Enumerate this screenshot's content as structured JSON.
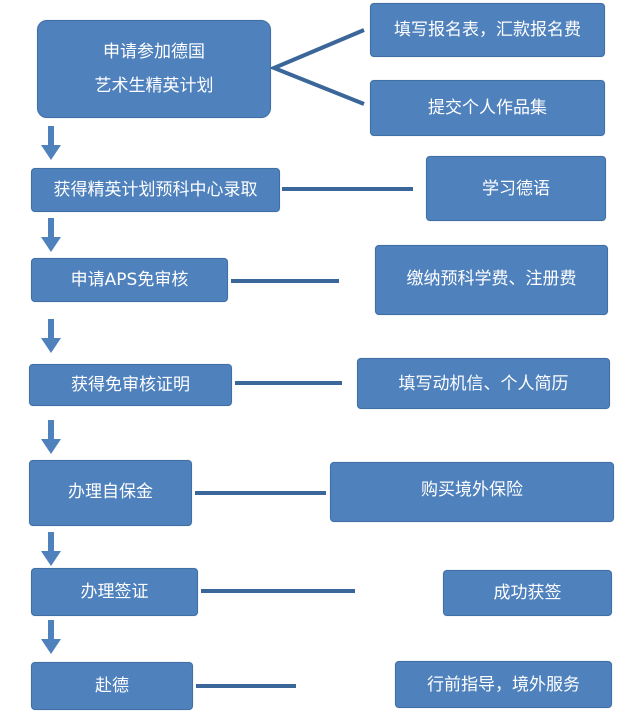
{
  "colors": {
    "box_fill": "#4f81bd",
    "connector": "#3b669a",
    "text": "#ffffff"
  },
  "steps": [
    {
      "label": "申请参加德国\n艺术生精英计划"
    },
    {
      "label": "获得精英计划预科中心录取"
    },
    {
      "label": "申请APS免审核"
    },
    {
      "label": "获得免审核证明"
    },
    {
      "label": "办理自保金"
    },
    {
      "label": "办理签证"
    },
    {
      "label": "赴德"
    }
  ],
  "notes": [
    {
      "label": "填写报名表，汇款报名费"
    },
    {
      "label": "提交个人作品集"
    },
    {
      "label": "学习德语"
    },
    {
      "label": "缴纳预科学费、注册费"
    },
    {
      "label": "填写动机信、个人简历"
    },
    {
      "label": "购买境外保险"
    },
    {
      "label": "成功获签"
    },
    {
      "label": "行前指导，境外服务"
    }
  ]
}
